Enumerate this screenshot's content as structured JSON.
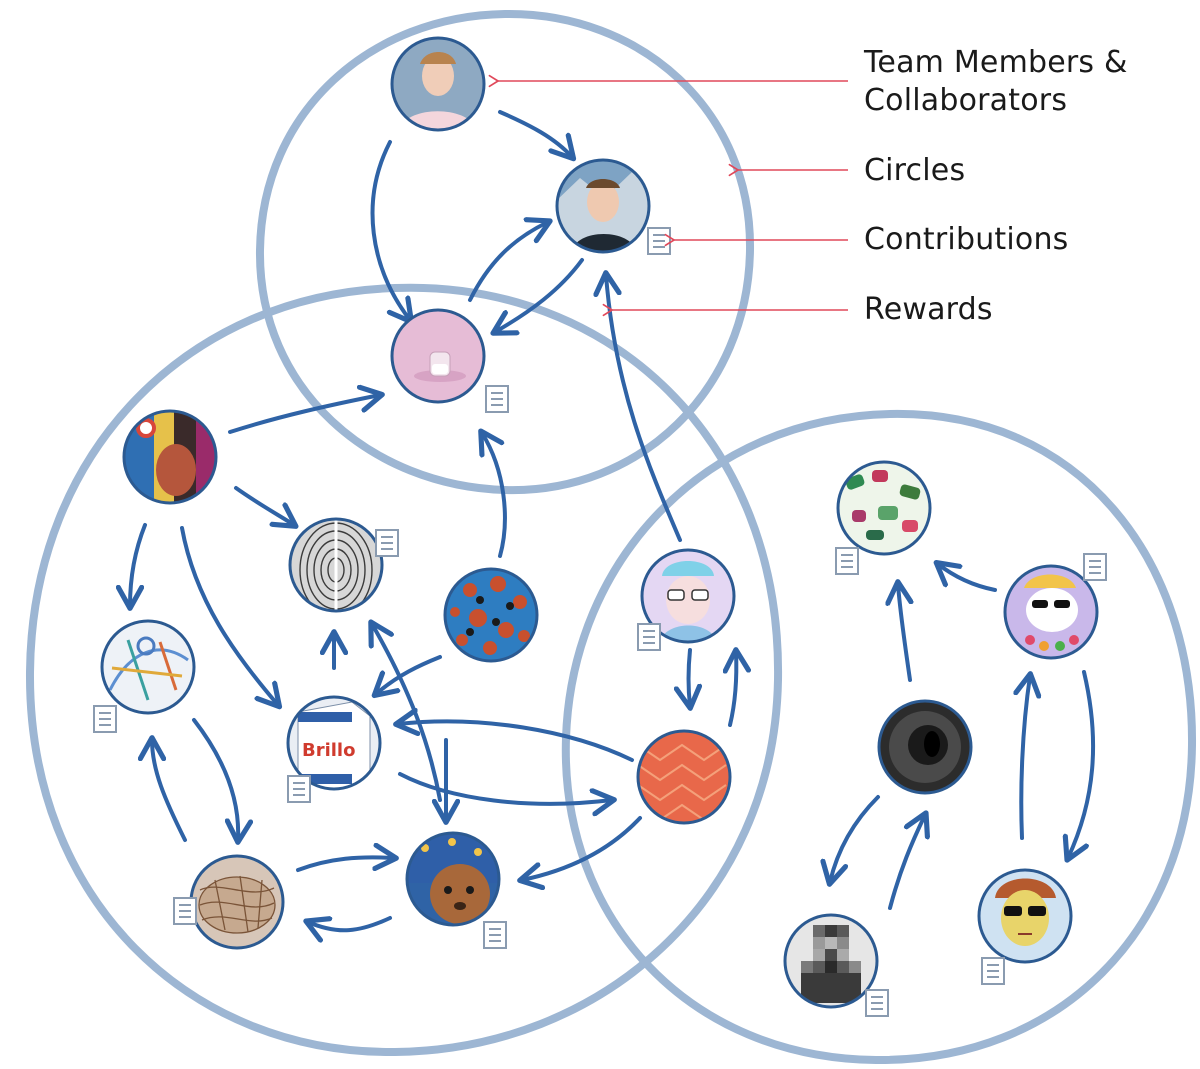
{
  "legend": {
    "team_line1": "Team Members &",
    "team_line2": "Collaborators",
    "circles": "Circles",
    "contributions": "Contributions",
    "rewards": "Rewards"
  },
  "colors": {
    "circle_ring": "#9db6d3",
    "node_ring": "#2c5a91",
    "arrow": "#2f63a6",
    "callout": "#e0485a",
    "doc_icon": "#8a9bb0"
  },
  "nodes": [
    {
      "id": "person-a",
      "icon": "person-photo",
      "fill": "#c9d8e8"
    },
    {
      "id": "person-b",
      "icon": "person-photo",
      "fill": "#9fbbd6"
    },
    {
      "id": "pink-glass",
      "icon": "glass-photo",
      "fill": "#e6bcd6"
    },
    {
      "id": "pop-art-face",
      "icon": "pop-art",
      "fill": "#d8463a"
    },
    {
      "id": "fingerprint",
      "icon": "fingerprint",
      "fill": "#c8c8c8"
    },
    {
      "id": "blue-dots",
      "icon": "dots-art",
      "fill": "#1f4f7a"
    },
    {
      "id": "sketch-figure",
      "icon": "sketch",
      "fill": "#e9eef5"
    },
    {
      "id": "brillo-box",
      "icon": "brillo-box",
      "fill": "#eaeef4"
    },
    {
      "id": "pattern-orange",
      "icon": "pattern",
      "fill": "#e8684a"
    },
    {
      "id": "cartoon-avatar",
      "icon": "cartoon",
      "fill": "#d7e9f6"
    },
    {
      "id": "paint-strokes",
      "icon": "paint",
      "fill": "#b9d2b0"
    },
    {
      "id": "bear-sunglasses",
      "icon": "bear",
      "fill": "#c9b8ea"
    },
    {
      "id": "dark-ring",
      "icon": "ring",
      "fill": "#2a2a2a"
    },
    {
      "id": "net-sculpture",
      "icon": "net",
      "fill": "#b69a85"
    },
    {
      "id": "dog-photo",
      "icon": "dog",
      "fill": "#8a5a34"
    },
    {
      "id": "pixel-portrait",
      "icon": "pixel",
      "fill": "#9a9a9a"
    },
    {
      "id": "kid-drawing",
      "icon": "kid-drawing",
      "fill": "#f1c15a"
    }
  ]
}
